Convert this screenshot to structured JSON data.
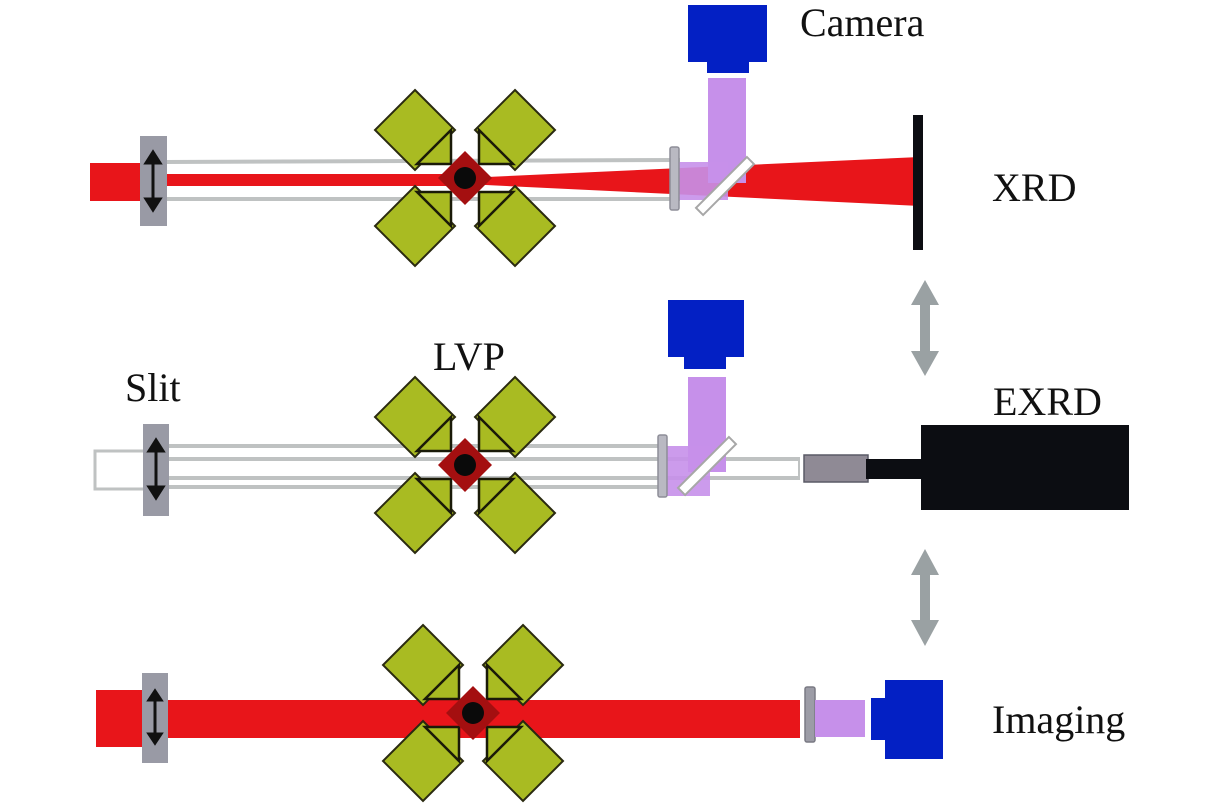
{
  "labels": {
    "camera": "Camera",
    "xrd": "XRD",
    "lvp": "LVP",
    "slit": "Slit",
    "exrd": "EXRD",
    "imaging": "Imaging"
  },
  "colors": {
    "xray_beam": "#e8151a",
    "anvil": "#a9bb22",
    "cell": "#a40f10",
    "sample": "#0a0a0a",
    "camera": "#0320c4",
    "light_path": "#c690ea",
    "slit": "#999aa5",
    "detector": "#0c0d12",
    "switch_arrow": "#9aa1a3",
    "guide_line": "#bfc2c2"
  },
  "modes": [
    {
      "name": "XRD",
      "beam": "focused",
      "detector": "area-detector"
    },
    {
      "name": "EXRD",
      "beam": "slit-off",
      "detector": "energy-dispersive"
    },
    {
      "name": "Imaging",
      "beam": "wide",
      "detector": "camera"
    }
  ]
}
